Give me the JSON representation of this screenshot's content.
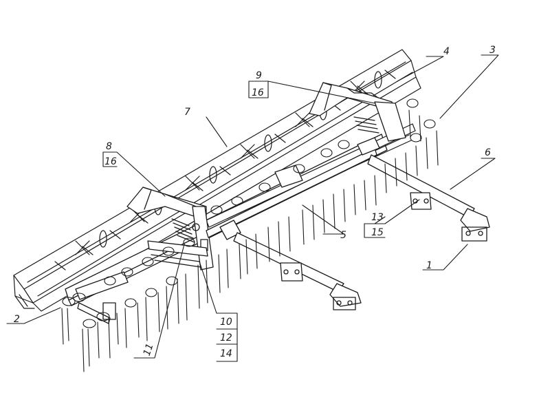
{
  "callouts": {
    "c1": "1",
    "c2": "2",
    "c3": "3",
    "c4": "4",
    "c5": "5",
    "c6": "6",
    "c7": "7",
    "c8": "8",
    "c8b": "16",
    "c9": "9",
    "c9b": "16",
    "c10": "10",
    "c12": "12",
    "c14": "14",
    "c11": "11",
    "c13": "13",
    "c15": "15"
  },
  "colors": {
    "ink": "#1a1a1a",
    "paper": "#ffffff"
  }
}
